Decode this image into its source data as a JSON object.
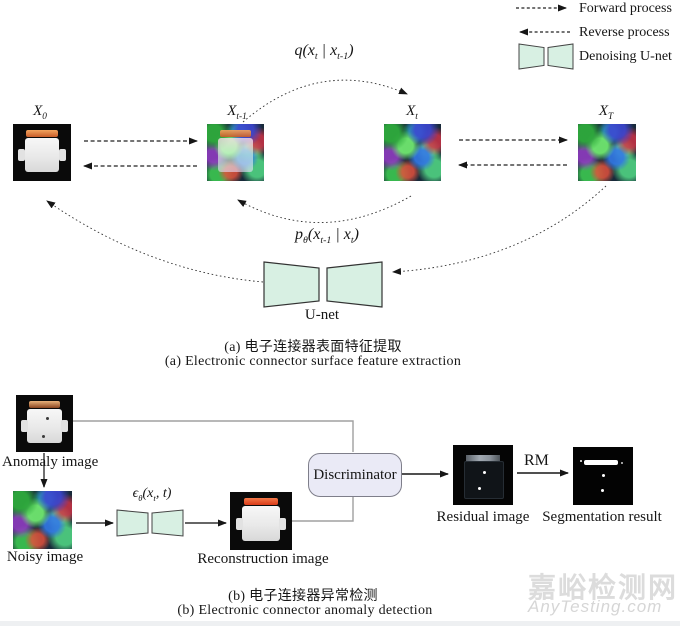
{
  "legend": {
    "items": [
      {
        "label": "Forward process"
      },
      {
        "label": "Reverse process"
      },
      {
        "label": "Denoising U-net"
      }
    ]
  },
  "part_a": {
    "nodes": [
      {
        "base": "X",
        "sub": "0"
      },
      {
        "base": "X",
        "sub": "t-1"
      },
      {
        "base": "X",
        "sub": "t"
      },
      {
        "base": "X",
        "sub": "T"
      }
    ],
    "q_label": {
      "fn": "q(x",
      "sub1": "t",
      "mid": " | x",
      "sub2": "t-1",
      "end": ")"
    },
    "p_label": {
      "fn": "p",
      "fnsub": "θ",
      "open": "(x",
      "sub1": "t-1",
      "mid": " | x",
      "sub2": "t",
      "end": ")"
    },
    "unet_label": "U-net",
    "caption_zh": "(a) 电子连接器表面特征提取",
    "caption_en": "(a) Electronic connector surface feature extraction"
  },
  "part_b": {
    "anomaly_label": "Anomaly image",
    "noisy_label": "Noisy image",
    "eps_label": {
      "fn": "ϵ",
      "fnsub": "θ",
      "open": "(x",
      "sub1": "t",
      "mid": ", t",
      "end": ")"
    },
    "recon_label": "Reconstruction image",
    "discriminator_label": "Discriminator",
    "rm_label": "RM",
    "residual_label": "Residual image",
    "seg_label": "Segmentation result",
    "caption_zh": "(b) 电子连接器异常检测",
    "caption_en": "(b) Electronic connector anomaly detection"
  },
  "watermark": {
    "title": "嘉峪检测网",
    "subtitle": "AnyTesting.com"
  },
  "colors": {
    "unet_fill": "#d8f0e3",
    "discriminator_fill": "#eaeaf6",
    "connector_cap": "#d95c28",
    "tile_background": "#0a0a0a",
    "watermark_gray": "#dcdcdc"
  }
}
